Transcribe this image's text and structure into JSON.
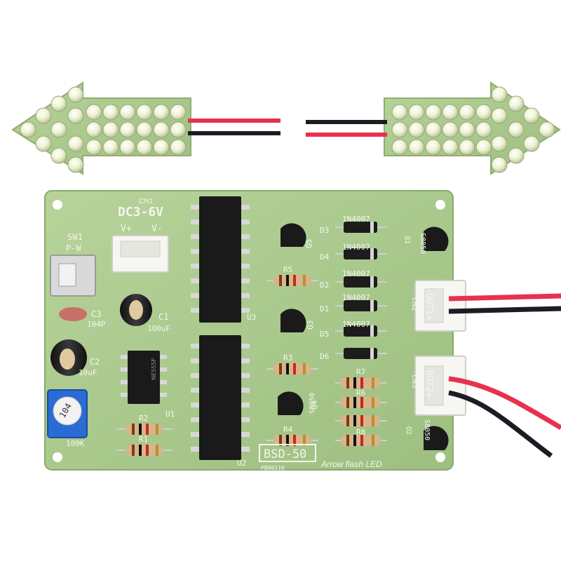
{
  "board": {
    "power_connector": "CN1",
    "power_rating": "DC3-6V",
    "vplus": "V+",
    "vminus": "V-",
    "switch": "SW1",
    "switch_pos": "P-W",
    "c3": "C3",
    "c3_value": "104P",
    "c1": "C1",
    "c1_value": "100uF",
    "c2": "C2",
    "c2_value": "10uF",
    "pot_label": "104",
    "pot_value": "100K",
    "u1": "U1",
    "u2": "U2",
    "u3": "U3",
    "u1_marking": "NE555P",
    "r1": "R1",
    "r2": "R2",
    "r3": "R3",
    "r4": "R4",
    "r5": "R5",
    "r6": "R6",
    "r7": "R7",
    "r8": "R8",
    "d1": "D1",
    "d2": "D2",
    "d3": "D3",
    "d4": "D4",
    "d5": "D5",
    "d6": "D6",
    "diode_type": "1N4007",
    "q1": "Q1",
    "q2": "Q2",
    "q3": "Q3",
    "q4": "Q4",
    "q5": "Q5",
    "transistor_type": "S8050",
    "q4_marking": "S8050",
    "cn2": "CN2",
    "out1": "-OUT1+",
    "cn3": "CN3",
    "out2": "-OUT2+",
    "model": "BSD-50",
    "part_no": "PB00110",
    "caption": "Arrow flash LED"
  },
  "colors": {
    "pcb": "#a9c88a",
    "led": "#eef3d2",
    "wire_red": "#e8314f",
    "wire_black": "#1c1c24",
    "ic": "#1a1a1a"
  }
}
